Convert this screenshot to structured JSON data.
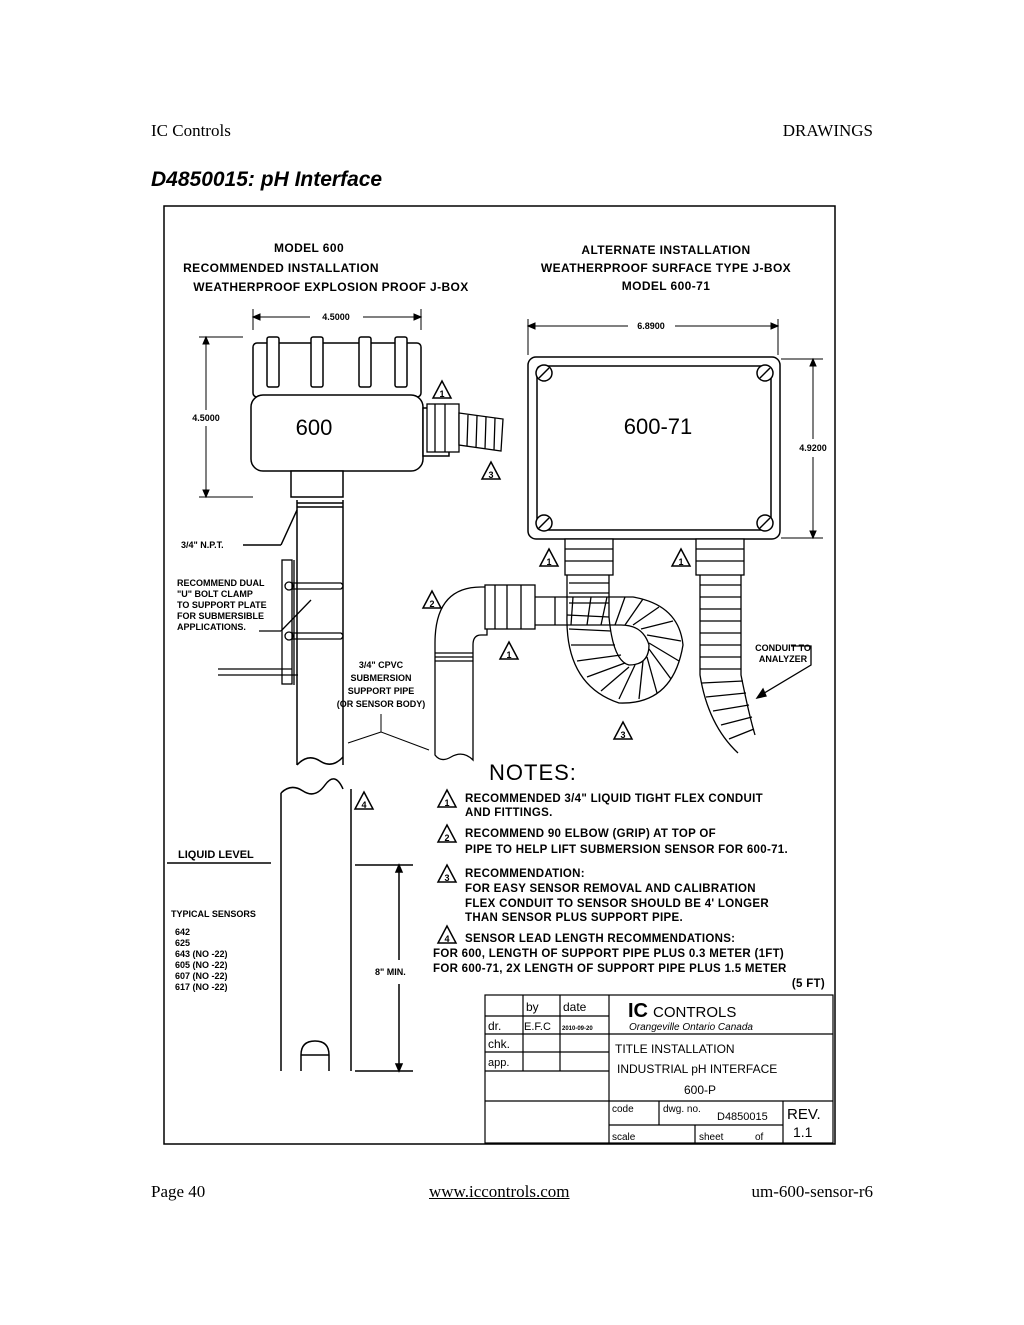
{
  "header": {
    "left": "IC Controls",
    "right": "DRAWINGS"
  },
  "title": "D4850015:  pH Interface",
  "drawing": {
    "left_heading": [
      "MODEL 600",
      "RECOMMENDED INSTALLATION",
      "WEATHERPROOF EXPLOSION PROOF J-BOX"
    ],
    "right_heading": [
      "ALTERNATE INSTALLATION",
      "WEATHERPROOF SURFACE TYPE J-BOX",
      "MODEL 600-71"
    ],
    "dim_width_600": "4.5000",
    "dim_height_600": "4.5000",
    "dim_width_71": "6.8900",
    "dim_height_71": "4.9200",
    "box_600": "600",
    "box_71": "600-71",
    "npt": "3/4\" N.P.T.",
    "clamp_note": [
      "RECOMMEND DUAL",
      "\"U\" BOLT CLAMP",
      "TO SUPPORT PLATE",
      "FOR SUBMERSIBLE",
      "APPLICATIONS."
    ],
    "pipe_note": [
      "3/4\" CPVC",
      "SUBMERSION",
      "SUPPORT PIPE",
      "(OR SENSOR BODY)"
    ],
    "conduit_note": [
      "CONDUIT TO",
      "ANALYZER"
    ],
    "liquid_level": "LIQUID LEVEL",
    "typical_sensors_title": "TYPICAL SENSORS",
    "typical_sensors": [
      "642",
      "625",
      "643 (NO -22)",
      "605 (NO -22)",
      "607 (NO -22)",
      "617 (NO -22)"
    ],
    "min_depth": "8\" MIN.",
    "notes_title": "NOTES:",
    "notes": [
      {
        "num": "1",
        "lines": [
          "RECOMMENDED 3/4\" LIQUID TIGHT FLEX CONDUIT",
          "AND FITTINGS."
        ]
      },
      {
        "num": "2",
        "lines": [
          "RECOMMEND 90 ELBOW (GRIP) AT TOP OF",
          "PIPE TO HELP LIFT SUBMERSION SENSOR FOR 600-71."
        ]
      },
      {
        "num": "3",
        "lines": [
          "RECOMMENDATION:",
          "FOR EASY SENSOR REMOVAL AND CALIBRATION",
          "FLEX CONDUIT TO SENSOR SHOULD BE 4' LONGER",
          "THAN SENSOR PLUS SUPPORT PIPE."
        ]
      },
      {
        "num": "4",
        "lines": [
          "SENSOR LEAD LENGTH RECOMMENDATIONS:",
          "FOR 600, LENGTH OF SUPPORT PIPE PLUS 0.3 METER (1FT)",
          "FOR 600-71, 2X LENGTH OF SUPPORT PIPE PLUS 1.5 METER",
          "(5 FT)"
        ]
      }
    ],
    "title_block": {
      "by": "by",
      "date": "date",
      "dr": "dr.",
      "dr_by": "E.F.C",
      "dr_date": "2010-09-20",
      "chk": "chk.",
      "app": "app.",
      "company_logo": "IC",
      "company": "CONTROLS",
      "location": "Orangeville Ontario Canada",
      "title_lines": [
        "TITLE INSTALLATION",
        "INDUSTRIAL pH INTERFACE",
        "600-P"
      ],
      "code": "code",
      "dwg_no_label": "dwg. no.",
      "dwg_no": "D4850015",
      "rev_label": "REV.",
      "rev": "1.1",
      "scale": "scale",
      "sheet": "sheet",
      "of": "of"
    }
  },
  "footer": {
    "left": "Page 40",
    "center": "www.iccontrols.com",
    "right": "um-600-sensor-r6"
  }
}
